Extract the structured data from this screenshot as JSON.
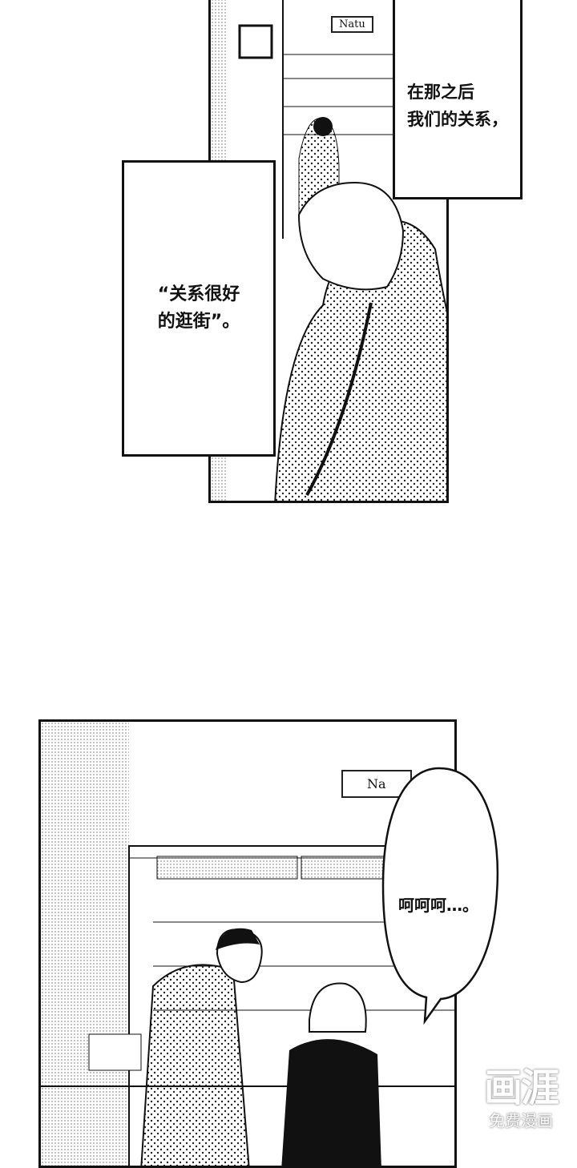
{
  "panel1": {
    "sign": "Natu",
    "caption_top": "在那之后\n我们的关系，",
    "caption_left": "“关系很好\n的逛街”。"
  },
  "panel2": {
    "sign": "Na",
    "speech": "呵呵呵…。"
  },
  "watermark": {
    "logo": "画涯",
    "subtitle": "免费漫画"
  },
  "colors": {
    "ink": "#111111",
    "paper": "#ffffff",
    "screentone": "#9a9a9a"
  }
}
